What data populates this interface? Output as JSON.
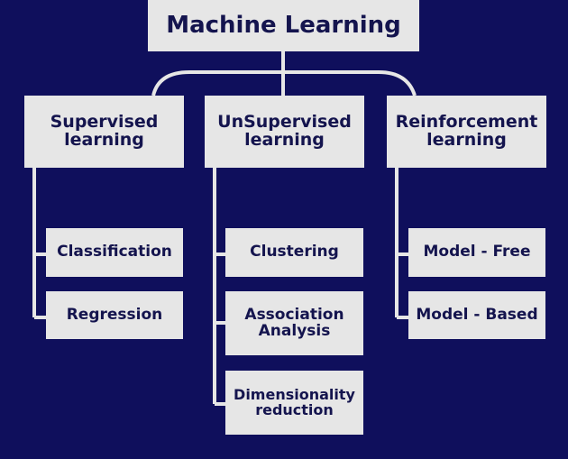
{
  "root": {
    "label": "Machine Learning"
  },
  "categories": [
    {
      "label": "Supervised learning",
      "items": [
        "Classification",
        "Regression"
      ]
    },
    {
      "label": "UnSupervised learning",
      "items": [
        "Clustering",
        "Association Analysis",
        "Dimensionality reduction"
      ]
    },
    {
      "label": "Reinforcement learning",
      "items": [
        "Model - Free",
        "Model - Based"
      ]
    }
  ],
  "colors": {
    "background": "#0f0f5c",
    "box": "#e6e6e6",
    "text": "#14144e",
    "connector": "#e6e6e6"
  }
}
